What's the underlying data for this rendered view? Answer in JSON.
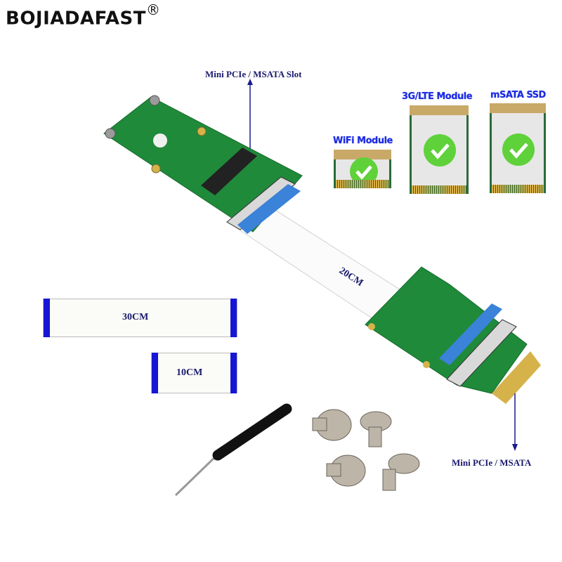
{
  "brand": {
    "name": "BOJIADAFAST",
    "mark": "®"
  },
  "labels": {
    "top_slot": "Mini PCIe / MSATA Slot",
    "bottom_connector": "Mini PCIe / MSATA",
    "main_cable": "20CM",
    "cable_long": "30CM",
    "cable_short": "10CM"
  },
  "modules": [
    {
      "label": "WiFi Module",
      "supported": true
    },
    {
      "label": "3G/LTE Module",
      "supported": true
    },
    {
      "label": "mSATA SSD",
      "supported": true
    }
  ],
  "colors": {
    "pcb_green": "#1f8a3a",
    "cable_blue": "#1616d6",
    "label_navy": "#1a1a6e",
    "check_green": "#5fd13a",
    "module_label_blue": "#1c2be0"
  },
  "accessories": {
    "screwdriver_count": 1,
    "screw_count": 4
  }
}
